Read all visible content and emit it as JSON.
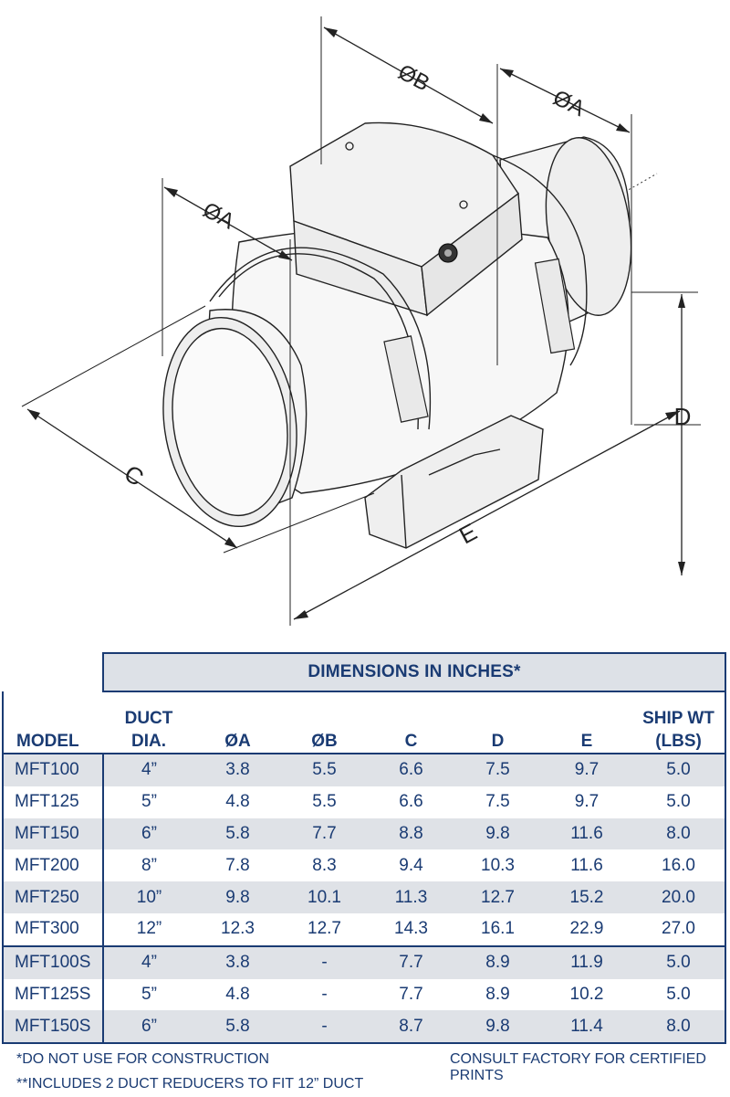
{
  "drawing": {
    "labels": {
      "phi_b": "ØB",
      "phi_a_top": "ØA",
      "phi_a_left": "ØA",
      "c": "C",
      "d": "D",
      "e": "E"
    },
    "line_color": "#222222"
  },
  "table": {
    "banner": "DIMENSIONS IN INCHES*",
    "headers": {
      "model": "MODEL",
      "duct_line1": "DUCT",
      "duct_line2": "DIA.",
      "a": "ØA",
      "b": "ØB",
      "c": "C",
      "d": "D",
      "e": "E",
      "wt_line1": "SHIP WT",
      "wt_line2": "(LBS)"
    },
    "rows": [
      [
        "MFT100",
        "4”",
        "3.8",
        "5.5",
        "6.6",
        "7.5",
        "9.7",
        "5.0"
      ],
      [
        "MFT125",
        "5”",
        "4.8",
        "5.5",
        "6.6",
        "7.5",
        "9.7",
        "5.0"
      ],
      [
        "MFT150",
        "6”",
        "5.8",
        "7.7",
        "8.8",
        "9.8",
        "11.6",
        "8.0"
      ],
      [
        "MFT200",
        "8”",
        "7.8",
        "8.3",
        "9.4",
        "10.3",
        "11.6",
        "16.0"
      ],
      [
        "MFT250",
        "10”",
        "9.8",
        "10.1",
        "11.3",
        "12.7",
        "15.2",
        "20.0"
      ],
      [
        "MFT300",
        "12”",
        "12.3",
        "12.7",
        "14.3",
        "16.1",
        "22.9",
        "27.0"
      ],
      [
        "MFT100S",
        "4”",
        "3.8",
        "-",
        "7.7",
        "8.9",
        "11.9",
        "5.0"
      ],
      [
        "MFT125S",
        "5”",
        "4.8",
        "-",
        "7.7",
        "8.9",
        "10.2",
        "5.0"
      ],
      [
        "MFT150S",
        "6”",
        "5.8",
        "-",
        "8.7",
        "9.8",
        "11.4",
        "8.0"
      ]
    ],
    "colors": {
      "text": "#1a3b73",
      "shade": "#dfe2e7",
      "border": "#1a3b73"
    }
  },
  "notes": {
    "note1": "*DO NOT USE FOR CONSTRUCTION",
    "note2": "**INCLUDES 2 DUCT REDUCERS TO FIT 12” DUCT",
    "note3": "CONSULT FACTORY FOR CERTIFIED PRINTS"
  }
}
